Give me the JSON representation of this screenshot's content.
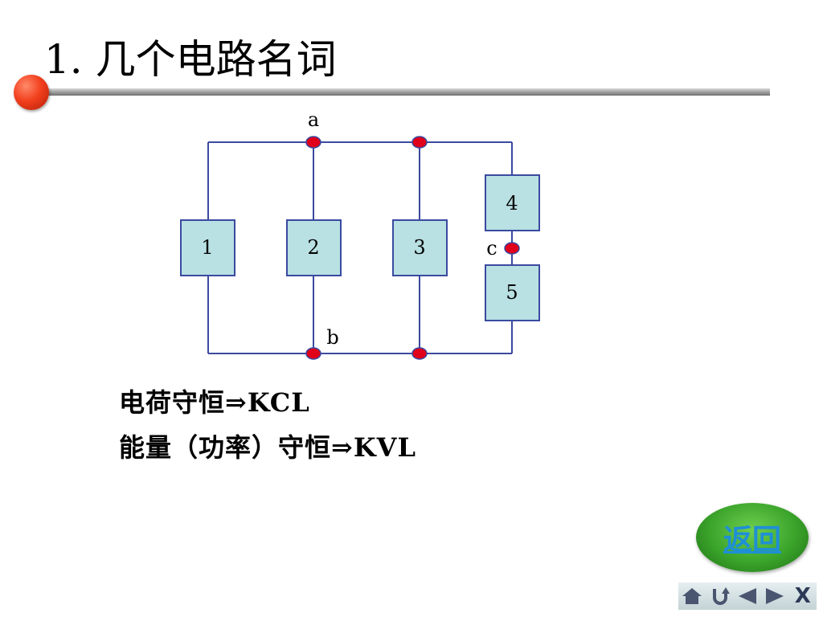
{
  "title": "1. 几个电路名词",
  "circuit": {
    "nodes": [
      "a",
      "b",
      "c"
    ],
    "elements": [
      "1",
      "2",
      "3",
      "4",
      "5"
    ]
  },
  "laws": {
    "kcl": "电荷守恒⇒KCL",
    "kvl": "能量（功率）守恒⇒KVL"
  },
  "back_button": "返回",
  "nav": {
    "home_icon": "home-icon",
    "return_icon": "return-arrow-icon",
    "prev_icon": "prev-triangle-icon",
    "next_icon": "next-triangle-icon",
    "close_label": "X"
  },
  "colors": {
    "wire": "#3a4aa0",
    "box_fill": "#b9e0e3",
    "node_dot": "#e0001a",
    "accent_dot": "#f2401e"
  }
}
